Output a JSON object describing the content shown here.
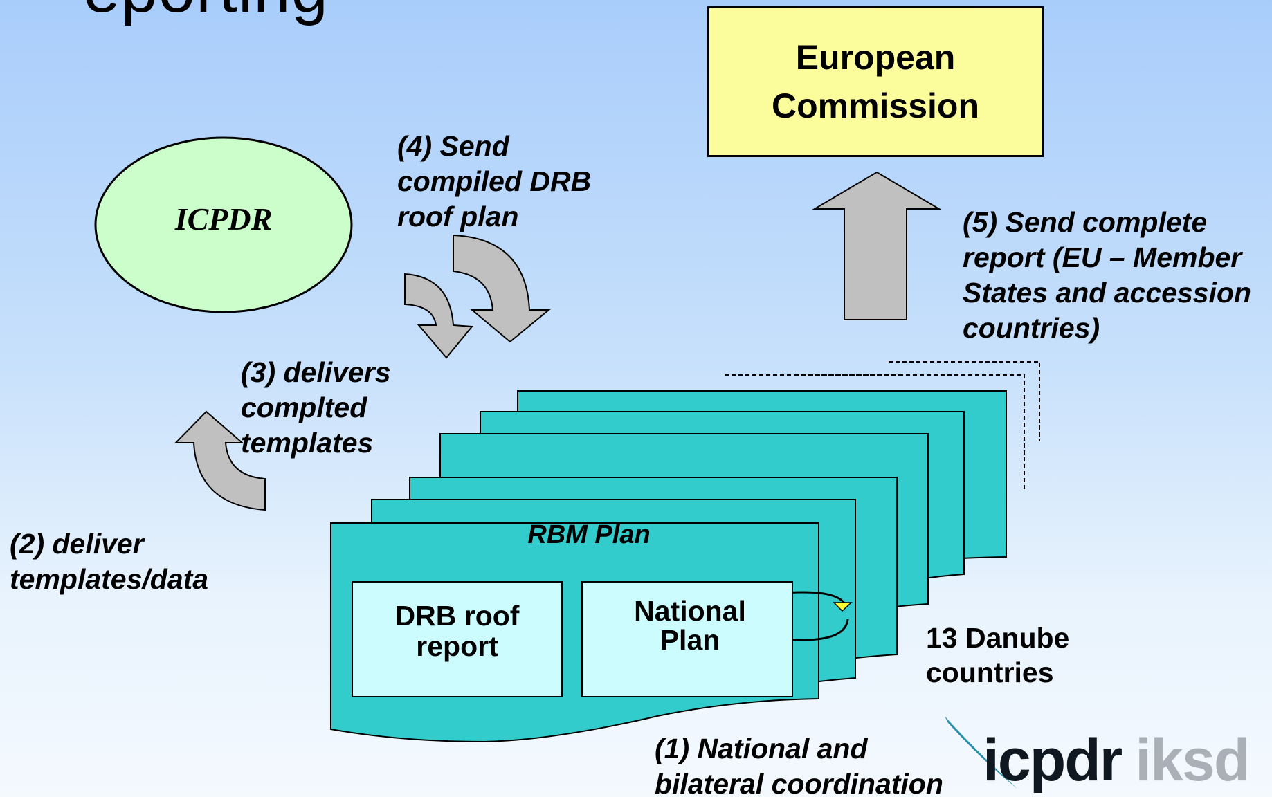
{
  "slide": {
    "title_fragment": "eporting"
  },
  "nodes": {
    "european_commission": "European\nCommission",
    "icpdr": "ICPDR",
    "rbm_plan": "RBM Plan",
    "drb_roof_report": "DRB roof\nreport",
    "national_plan": "National\nPlan"
  },
  "steps": {
    "step1": "(1) National and\nbilateral coordination",
    "step2": "(2) deliver\ntemplates/data",
    "step3": "(3) delivers\ncomplted\ntemplates",
    "step4": "(4) Send\ncompiled DRB\nroof plan",
    "step5": "(5) Send complete\nreport (EU – Member\nStates and accession\ncountries)"
  },
  "countries_label": "13 Danube\ncountries",
  "logo": {
    "primary": "icpdr",
    "secondary": "iksd"
  },
  "colors": {
    "sheet_fill": "#33cccc",
    "inner_box_fill": "#ccfcfd",
    "ellipse_fill": "#ccfecc",
    "ec_box_fill": "#fbfc9c",
    "arrow_fill": "#c0c0c0",
    "cycle_arrowhead": "#ffff33"
  }
}
